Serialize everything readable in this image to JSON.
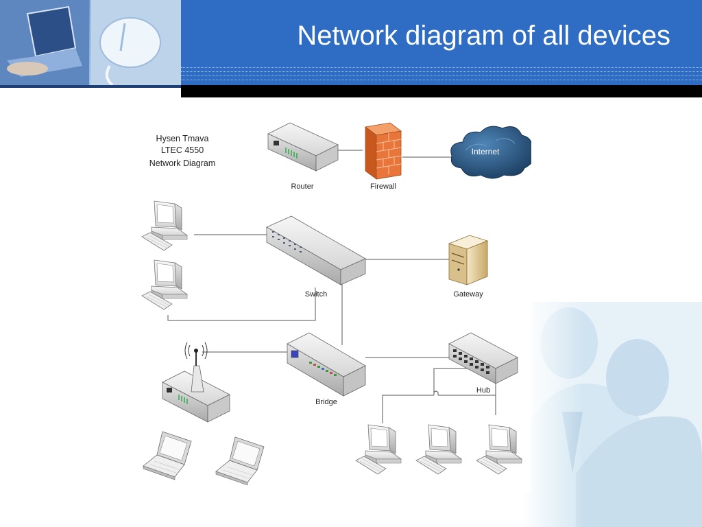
{
  "slide": {
    "title": "Network diagram of all devices"
  },
  "diagram": {
    "note_lines": [
      "Hysen Tmava",
      "LTEC 4550",
      "Network Diagram"
    ],
    "labels": {
      "router": "Router",
      "firewall": "Firewall",
      "internet": "Internet",
      "switch": "Switch",
      "gateway": "Gateway",
      "bridge": "Bridge",
      "hub": "Hub"
    }
  },
  "colors": {
    "header_blue": "#2f6cc4",
    "firewall_orange": "#e8763a",
    "cloud_blue": "#2f5f8f"
  }
}
